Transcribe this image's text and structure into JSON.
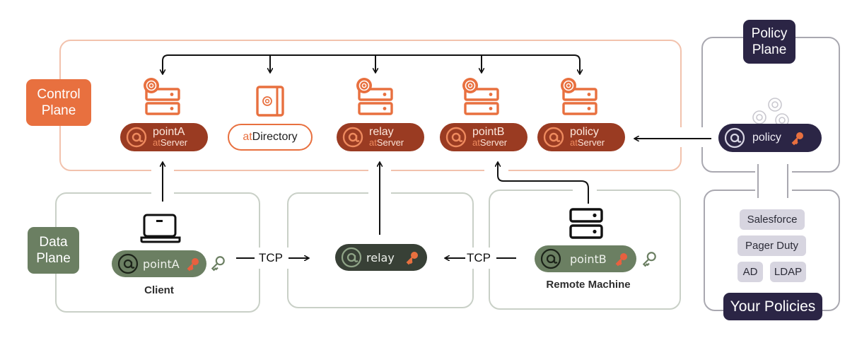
{
  "planes": {
    "control": {
      "label_line1": "Control",
      "label_line2": "Plane",
      "color": "#e8703f"
    },
    "data": {
      "label_line1": "Data",
      "label_line2": "Plane",
      "color": "#6b7f62"
    },
    "policy": {
      "label_line1": "Policy",
      "label_line2": "Plane",
      "color": "#2b2545"
    },
    "your_policies": {
      "label": "Your Policies",
      "color": "#2b2545"
    }
  },
  "control_plane": {
    "servers": [
      {
        "name": "pointA",
        "prefix": "at",
        "suffix": "Server"
      },
      {
        "name": "relay",
        "prefix": "at",
        "suffix": "Server"
      },
      {
        "name": "pointB",
        "prefix": "at",
        "suffix": "Server"
      },
      {
        "name": "policy",
        "prefix": "at",
        "suffix": "Server"
      }
    ],
    "directory": {
      "prefix": "at",
      "suffix": "Directory"
    }
  },
  "policy_plane": {
    "service": {
      "name": "policy",
      "icon": "key-icon"
    }
  },
  "your_policies": {
    "items": [
      "Salesforce",
      "Pager Duty",
      "AD",
      "LDAP"
    ]
  },
  "data_plane": {
    "client": {
      "name": "pointA",
      "caption": "Client",
      "device": "laptop-icon"
    },
    "relay": {
      "name": "relay"
    },
    "remote": {
      "name": "pointB",
      "caption": "Remote Machine",
      "device": "server-icon"
    },
    "links": [
      {
        "label": "TCP",
        "direction": "client-to-relay"
      },
      {
        "label": "TCP",
        "direction": "remote-to-relay"
      }
    ]
  },
  "colors": {
    "server_pill": "#9a3b22",
    "accent_orange": "#e8703f",
    "data_green": "#6b7f62",
    "relay_dark": "#384036",
    "policy_dark": "#2b2545",
    "chip_bg": "#d7d5e0"
  }
}
